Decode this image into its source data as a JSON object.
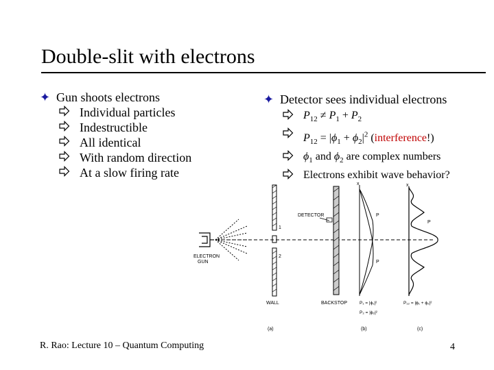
{
  "title": "Double-slit with electrons",
  "left": {
    "heading": "Gun shoots electrons",
    "items": [
      "Individual particles",
      "Indestructible",
      "All identical",
      "With random direction",
      "At a slow firing rate"
    ]
  },
  "right": {
    "heading": "Detector sees individual electrons",
    "item4": "Electrons exhibit wave behavior?"
  },
  "figure": {
    "detector": "DETECTOR",
    "slit1": "1",
    "slit2": "2",
    "electron": "ELECTRON",
    "gun": "GUN",
    "wall": "WALL",
    "backstop": "BACKSTOP",
    "x1": "x",
    "x2": "x",
    "p1": "P",
    "p2": "P",
    "p12": "P",
    "cap_a": "(a)",
    "cap_b": "(b)",
    "cap_c": "(c)"
  },
  "footer": "R. Rao: Lecture 10 – Quantum Computing",
  "page": "4"
}
